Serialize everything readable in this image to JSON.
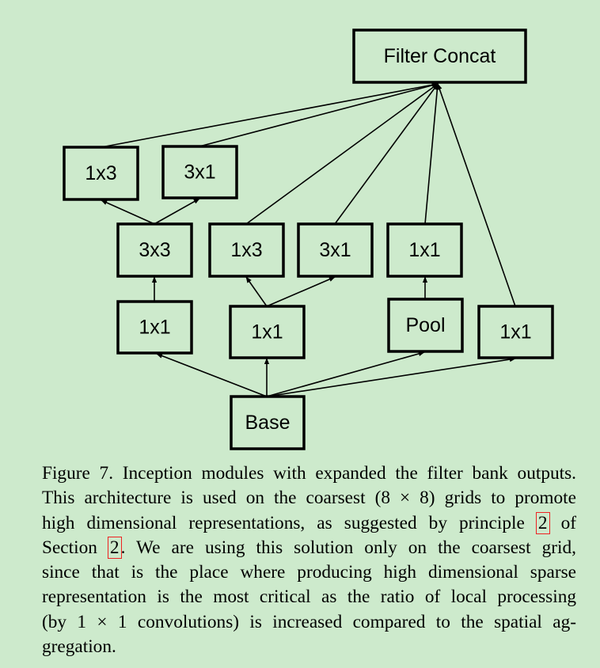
{
  "diagram": {
    "nodes": [
      {
        "id": "filter-concat",
        "label": "Filter Concat"
      },
      {
        "id": "b1-1x3",
        "label": "1x3"
      },
      {
        "id": "b1-3x1",
        "label": "3x1"
      },
      {
        "id": "b1-3x3",
        "label": "3x3"
      },
      {
        "id": "b2-1x3",
        "label": "1x3"
      },
      {
        "id": "b2-3x1",
        "label": "3x1"
      },
      {
        "id": "b3-1x1-top",
        "label": "1x1"
      },
      {
        "id": "b1-1x1",
        "label": "1x1"
      },
      {
        "id": "b2-1x1",
        "label": "1x1"
      },
      {
        "id": "b3-pool",
        "label": "Pool"
      },
      {
        "id": "b4-1x1",
        "label": "1x1"
      },
      {
        "id": "base",
        "label": "Base"
      }
    ],
    "edges": [
      {
        "from": "base",
        "to": "b1-1x1"
      },
      {
        "from": "base",
        "to": "b2-1x1"
      },
      {
        "from": "base",
        "to": "b3-pool"
      },
      {
        "from": "base",
        "to": "b4-1x1"
      },
      {
        "from": "b1-1x1",
        "to": "b1-3x3"
      },
      {
        "from": "b1-3x3",
        "to": "b1-1x3"
      },
      {
        "from": "b1-3x3",
        "to": "b1-3x1"
      },
      {
        "from": "b2-1x1",
        "to": "b2-1x3"
      },
      {
        "from": "b2-1x1",
        "to": "b2-3x1"
      },
      {
        "from": "b3-pool",
        "to": "b3-1x1-top"
      },
      {
        "from": "b1-1x3",
        "to": "filter-concat"
      },
      {
        "from": "b1-3x1",
        "to": "filter-concat"
      },
      {
        "from": "b2-1x3",
        "to": "filter-concat"
      },
      {
        "from": "b2-3x1",
        "to": "filter-concat"
      },
      {
        "from": "b3-1x1-top",
        "to": "filter-concat"
      },
      {
        "from": "b4-1x1",
        "to": "filter-concat"
      }
    ]
  },
  "caption": {
    "line1": "Figure 7. Inception modules with expanded the filter bank outputs.",
    "line2": "This architecture is used on the coarsest (8 × 8) grids to promote",
    "line3_pre": "high dimensional representations, as suggested by principle ",
    "line3_ref": "2",
    "line3_post": " of",
    "line4_pre": "Section ",
    "line4_ref": "2",
    "line4_post": ".  We are using this solution only on the coarsest grid,",
    "line5": "since that is the place where producing high dimensional sparse",
    "line6": "representation is the most critical as the ratio of local processing",
    "line7": "(by 1 × 1 convolutions) is increased compared to the spatial ag-",
    "line8": "gregation."
  }
}
